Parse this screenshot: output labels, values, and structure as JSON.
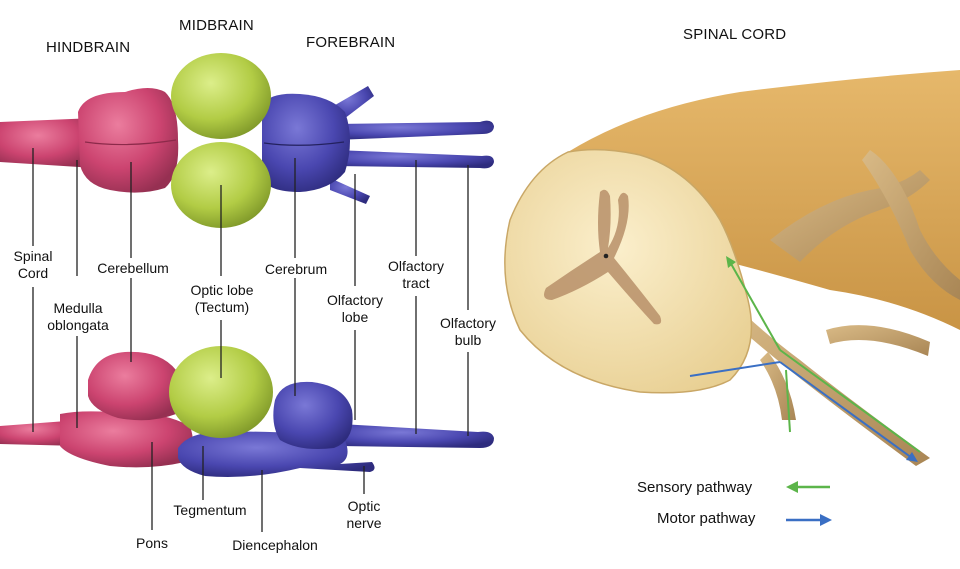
{
  "headers": {
    "hindbrain": "HINDBRAIN",
    "midbrain": "MIDBRAIN",
    "forebrain": "FOREBRAIN",
    "spinal_cord": "SPINAL CORD"
  },
  "labels": {
    "spinal_cord": "Spinal\nCord",
    "medulla": "Medulla\noblongata",
    "cerebellum": "Cerebellum",
    "optic_lobe": "Optic lobe\n(Tectum)",
    "cerebrum": "Cerebrum",
    "olfactory_lobe": "Olfactory\nlobe",
    "olfactory_tract": "Olfactory\ntract",
    "olfactory_bulb": "Olfactory\nbulb",
    "pons": "Pons",
    "tegmentum": "Tegmentum",
    "diencephalon": "Diencephalon",
    "optic_nerve": "Optic\nnerve"
  },
  "legend": {
    "sensory": "Sensory pathway",
    "motor": "Motor pathway",
    "sensory_color": "#5cb54a",
    "motor_color": "#3a6fc4"
  },
  "colors": {
    "hindbrain": "#cf4a72",
    "midbrain": "#b7d24a",
    "forebrain": "#4a47b0",
    "cord_tissue": "#e9cf93"
  }
}
